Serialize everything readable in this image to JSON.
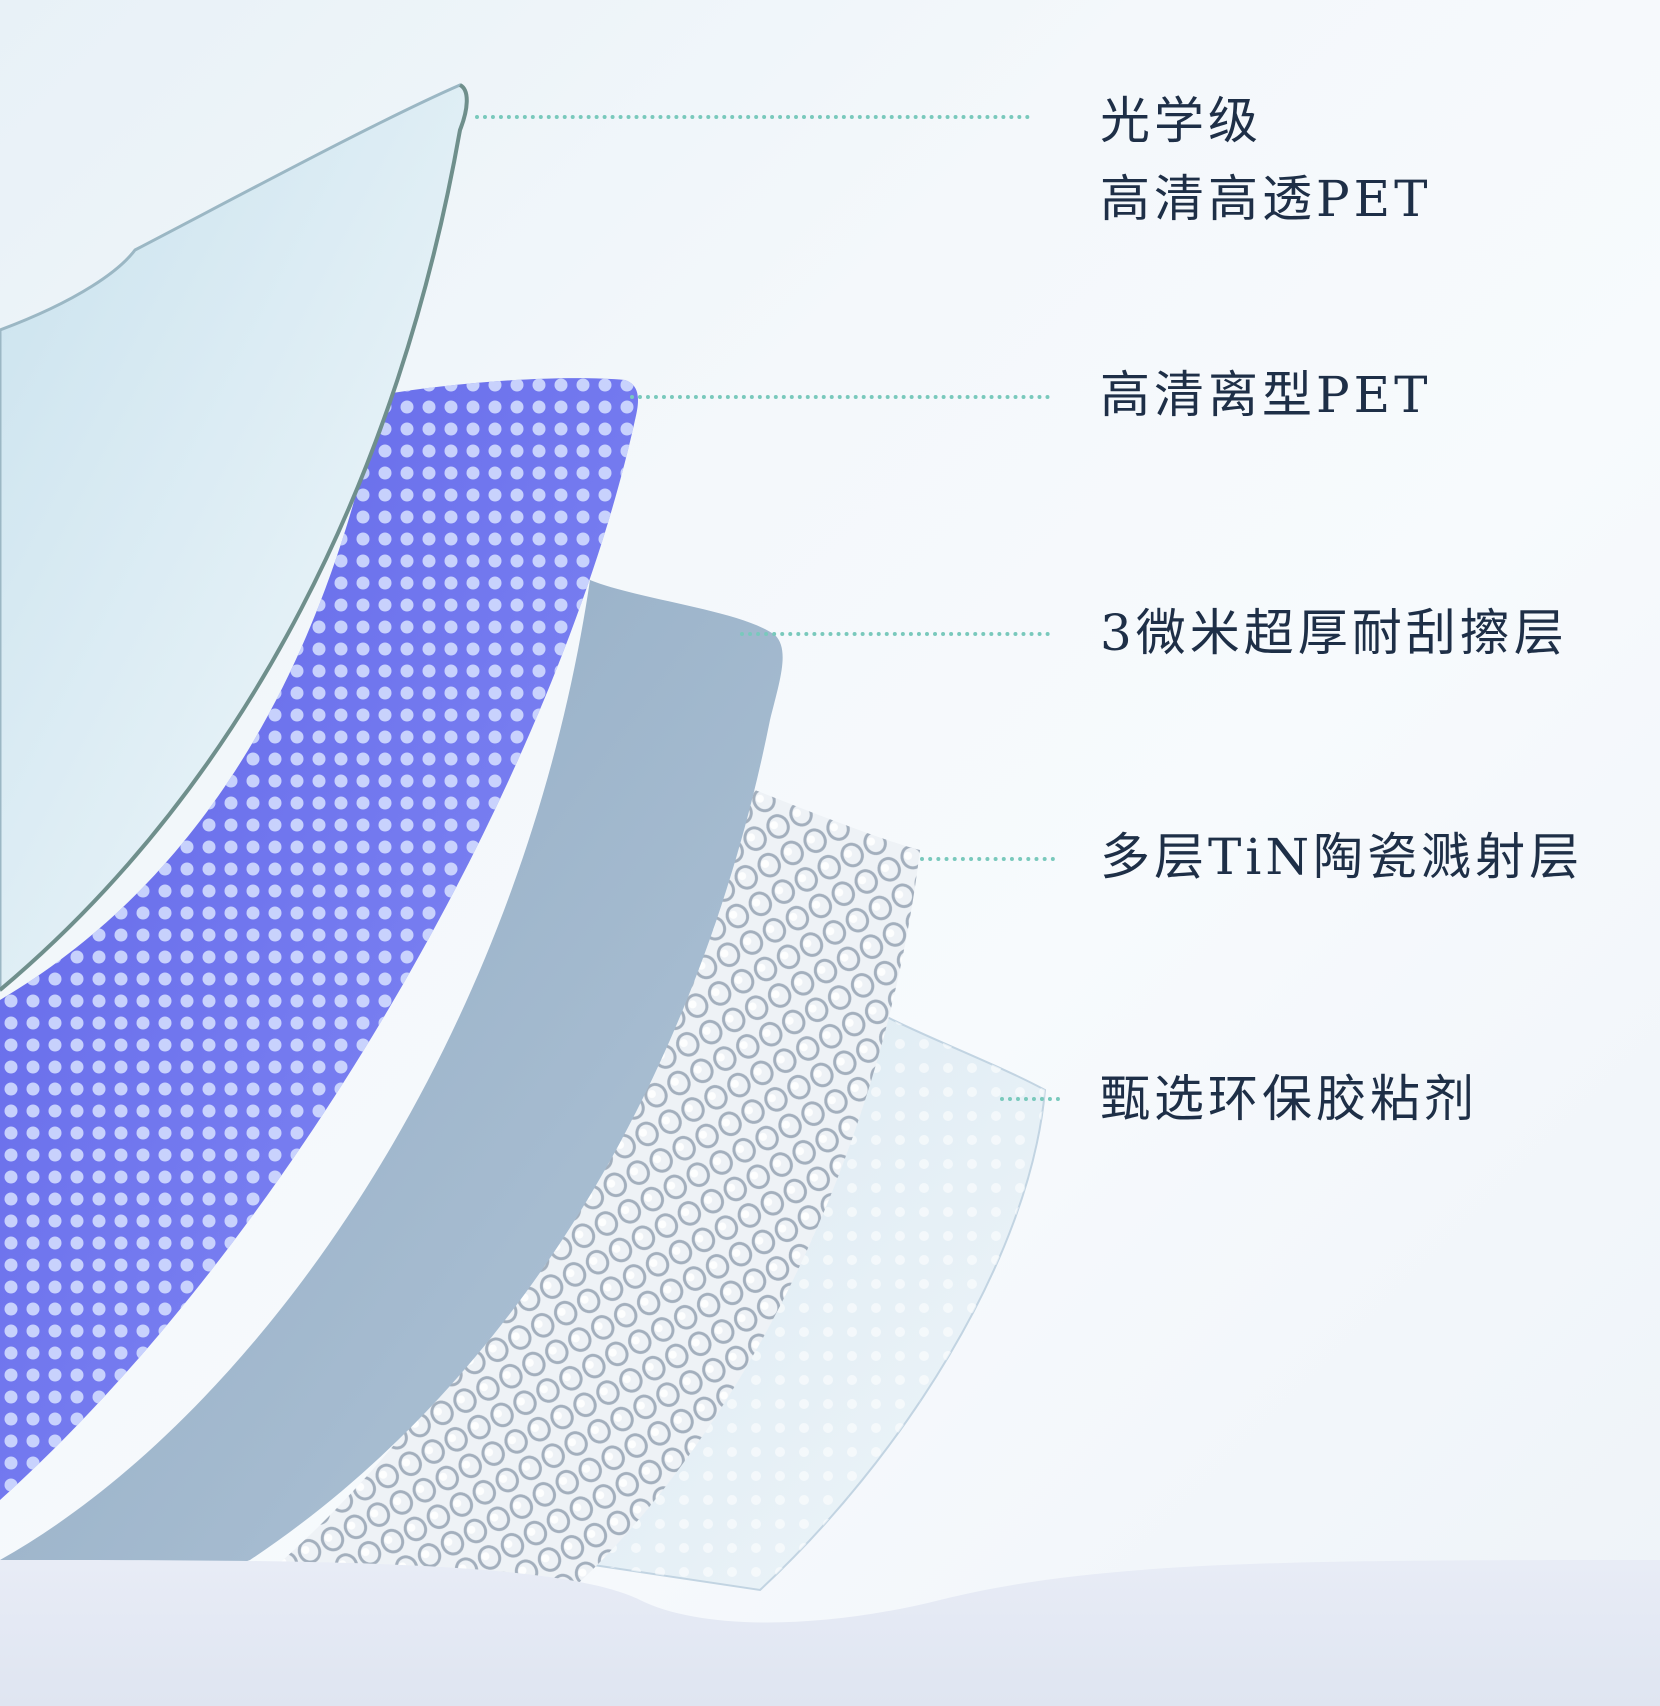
{
  "layers": [
    {
      "id": "pet-optical",
      "lines": [
        "光学级",
        "高清高透PET"
      ]
    },
    {
      "id": "pet-release",
      "lines": [
        "高清离型PET"
      ]
    },
    {
      "id": "scratch-layer",
      "lines": [
        "3微米超厚耐刮擦层"
      ]
    },
    {
      "id": "tin-sputter",
      "lines": [
        "多层TiN陶瓷溅射层"
      ]
    },
    {
      "id": "adhesive",
      "lines": [
        "甄选环保胶粘剂"
      ]
    }
  ],
  "colors": {
    "text": "#1e2f47",
    "leader": "#79c9bc",
    "release_layer": "#6d72ec",
    "scratch_layer": "#9db4cb",
    "pet_layer": "#d6e8f2"
  }
}
